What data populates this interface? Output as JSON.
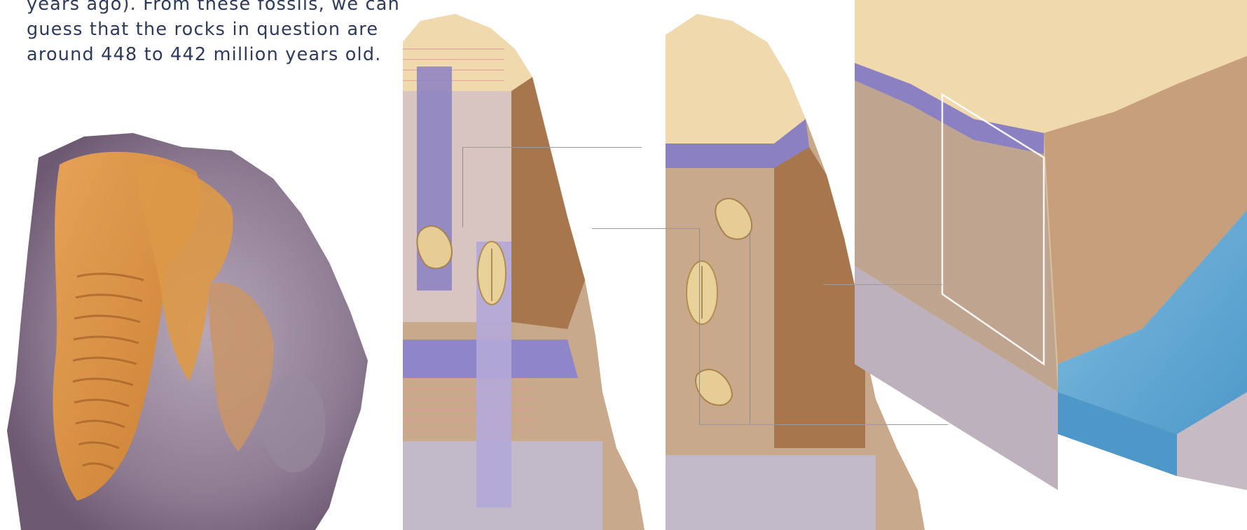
{
  "caption": {
    "lines": [
      "years ago). From these fossils, we can",
      "guess that the rocks in question are",
      "around 448 to 442 million years old."
    ]
  },
  "colors": {
    "text": "#2e3a5a",
    "rock_sand": "#c9a98b",
    "rock_purple": "#8a80c2",
    "water_blue": "#7fbde0",
    "fossil_amber": "#d9923e"
  },
  "icons": [
    "trilobite-fossil-photo",
    "trilobite-icon",
    "brachiopod-shell-icon"
  ]
}
